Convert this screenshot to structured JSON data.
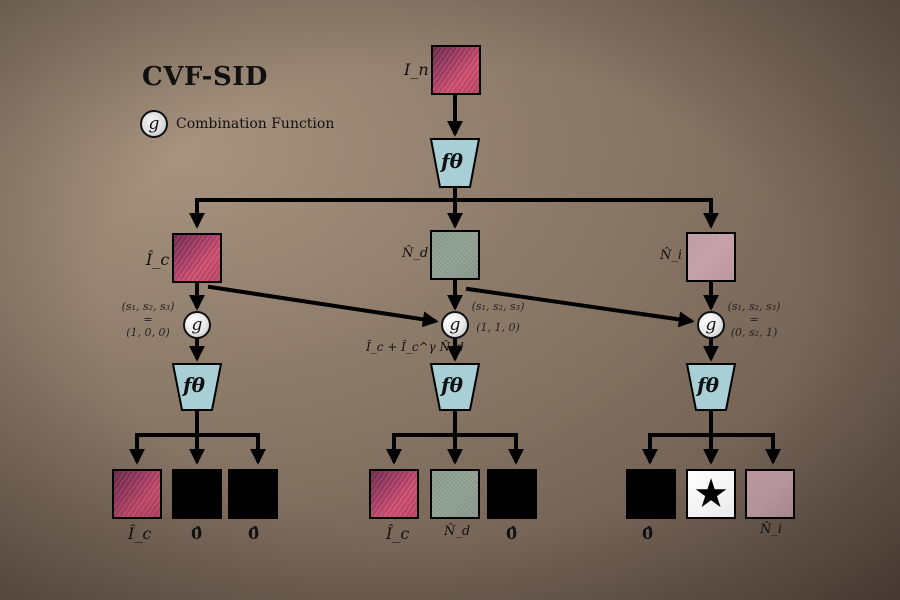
{
  "diagram": {
    "title": "CVF-SID",
    "legend": {
      "symbol": "g",
      "label": "Combination Function"
    },
    "input_label": "I_n",
    "network_label": "fθ",
    "branch_labels": [
      "Î_c",
      "N̂_d",
      "N̂_i"
    ],
    "combine_symbol": "g",
    "combine_params": [
      {
        "head": "(s₁, s₂, s₃)",
        "eq": "=",
        "value": "(1, 0, 0)"
      },
      {
        "head": "(s₁, s₂, s₃)",
        "eq": "",
        "value": "(1, 1, 0)"
      },
      {
        "head": "(s₁, s₂, s₃)",
        "eq": "=",
        "value": "(0, s₂, 1)"
      }
    ],
    "middle_expr": "Î_c + Î_c^γ N̂_d",
    "outputs": [
      [
        "Î_c",
        "0̂",
        "0̂"
      ],
      [
        "Î_c",
        "N̂_d",
        "0̂"
      ],
      [
        "0̂",
        "★",
        "N̂_i"
      ]
    ],
    "star_glyph": "★"
  }
}
